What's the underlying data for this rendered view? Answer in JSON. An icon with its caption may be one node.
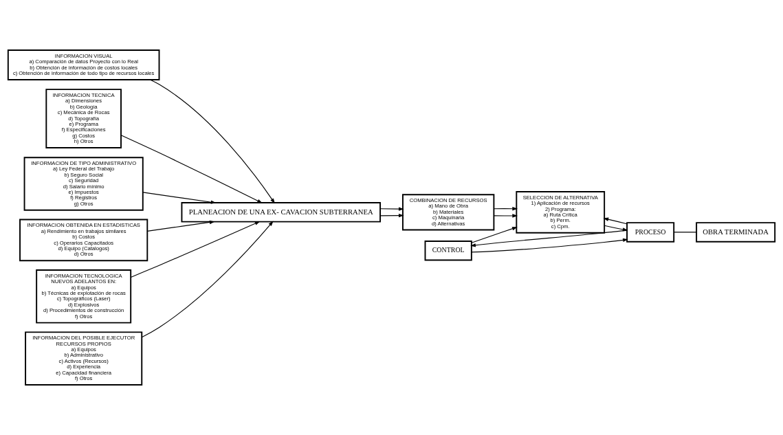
{
  "diagram": {
    "nodes": [
      {
        "text": [
          "INFORMACION VISUAL",
          "a) Comparación de datos Proyecto con lo Real",
          "b) Obtención de información de costos locales",
          "c) Obtención de información de todo tipo de recursos locales"
        ]
      },
      {
        "text": [
          "INFORMACION TECNICA",
          "a) Dimensiones",
          "b) Geología",
          "c) Mecánica de Rocas",
          "d) Topografía",
          "e) Programa",
          "f) Especificaciones",
          "g) Costos",
          "h) Otros"
        ]
      },
      {
        "text": [
          "INFORMACION DE TIPO ADMINISTRATIVO",
          "a) Ley Federal del Trabajo",
          "b) Seguro Social",
          "c) Seguridad",
          "d) Salario mínimo",
          "e) Impuestos",
          "f) Registros",
          "g) Otros"
        ]
      },
      {
        "text": [
          "CONTROL"
        ]
      },
      {
        "text": [
          "PLANEACION DE UNA EX- CAVACION SUBTERRANEA"
        ]
      },
      {
        "text": [
          "COMBINACION DE RECURSOS",
          "a) Mano de Obra",
          "b) Materiales",
          "c) Maquinaria",
          "d) Alternativas"
        ]
      },
      {
        "text": [
          "SELECCION DE ALTERNATIVA",
          "1) Aplicación de recursos",
          "2) Programa:",
          "a) Ruta Crítica",
          "b) Perm.",
          "c) Cpm."
        ]
      },
      {
        "text": [
          "PROCESO"
        ]
      },
      {
        "text": [
          "OBRA TERMINADA"
        ]
      },
      {
        "text": [
          "INFORMACION OBTENIDA EN ESTADISTICAS",
          "a) Rendimiento en trabajos similares",
          "b) Costos",
          "c) Operarios Capacitados",
          "d) Equipo (Catalogos)",
          "d) Otros"
        ]
      },
      {
        "text": [
          "INFORMACION TECNOLOGICA",
          "NUEVOS ADELANTOS EN:",
          "a) Equipos",
          "b) Técnicas de explotación de rocas",
          "c) Topográficos (Laser)",
          "d) Explosivos",
          "d) Procedimientos de construcción",
          "f) Otros"
        ]
      },
      {
        "text": [
          "INFORMACION DEL POSIBLE EJECUTOR",
          "RECURSOS PROPIOS",
          "a) Equipos",
          "b) Administrativo",
          "c) Activos (Recursos)",
          "d) Experiencia",
          "e) Capacidad financiera",
          "f) Otros"
        ]
      }
    ],
    "edges": [
      {
        "from": 0,
        "to": 4,
        "arrow": "to"
      },
      {
        "from": 1,
        "to": 4,
        "arrow": "to"
      },
      {
        "from": 2,
        "to": 4,
        "arrow": "to"
      },
      {
        "from": 9,
        "to": 4,
        "arrow": "to"
      },
      {
        "from": 10,
        "to": 4,
        "arrow": "to"
      },
      {
        "from": 11,
        "to": 4,
        "arrow": "to"
      },
      {
        "from": 4,
        "to": 5,
        "arrow": "to"
      },
      {
        "from": 4,
        "to": 5,
        "arrow": "to"
      },
      {
        "from": 5,
        "to": 6,
        "arrow": "to"
      },
      {
        "from": 5,
        "to": 6,
        "arrow": "to"
      },
      {
        "from": 3,
        "to": 6,
        "arrow": "to"
      },
      {
        "from": 6,
        "to": 7,
        "arrow": "to"
      },
      {
        "from": 7,
        "to": 6,
        "arrow": "to"
      },
      {
        "from": 3,
        "to": 7,
        "arrow": "to"
      },
      {
        "from": 7,
        "to": 3,
        "arrow": "to"
      },
      {
        "from": 7,
        "to": 8,
        "arrow": "none"
      }
    ]
  }
}
